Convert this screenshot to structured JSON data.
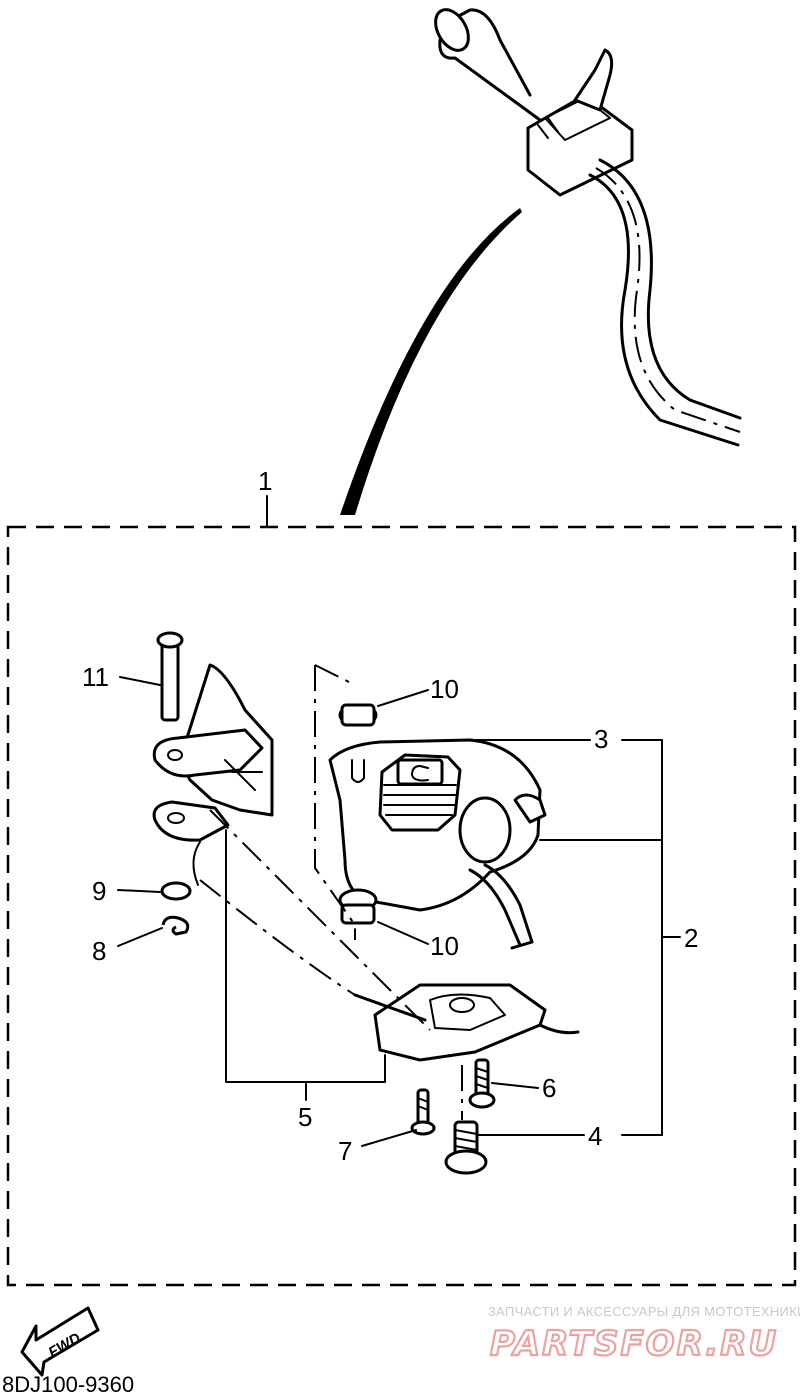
{
  "diagram": {
    "part_code": "8DJ100-9360",
    "fwd_label": "FWD",
    "callouts": {
      "c1": "1",
      "c2": "2",
      "c3": "3",
      "c4": "4",
      "c5": "5",
      "c6": "6",
      "c7": "7",
      "c8": "8",
      "c9": "9",
      "c10_top": "10",
      "c10_bottom": "10",
      "c11": "11"
    }
  },
  "watermark": {
    "tagline": "ЗАПЧАСТИ И АКСЕССУАРЫ ДЛЯ МОТОТЕХНИКИ",
    "brand": "PARTSFOR.RU"
  },
  "colors": {
    "line": "#000000",
    "watermark_brand": "#e9a3a3",
    "watermark_tagline": "#c9c9c9"
  }
}
